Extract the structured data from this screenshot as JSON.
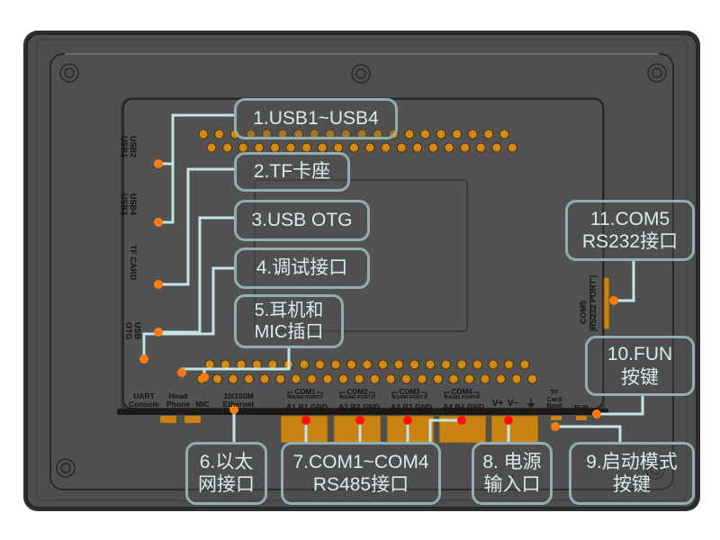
{
  "colors": {
    "background": "#ffffff",
    "housing": "#4d4d4d",
    "housing_edge": "#2a2a2a",
    "pin": "#d48a12",
    "marker_orange": "#ff7a10",
    "marker_red": "#ff1010",
    "leader": "#c4e4e6",
    "callout_border": "#93aeb0",
    "callout_text": "#d8ecee",
    "silkscreen": "#111111"
  },
  "callouts": [
    {
      "id": 1,
      "lines": [
        "1.USB1~USB4"
      ]
    },
    {
      "id": 2,
      "lines": [
        "2.TF卡座"
      ]
    },
    {
      "id": 3,
      "lines": [
        "3.USB OTG"
      ]
    },
    {
      "id": 4,
      "lines": [
        "4.调试接口"
      ]
    },
    {
      "id": 5,
      "lines": [
        "5.耳机和",
        "MIC插口"
      ]
    },
    {
      "id": 6,
      "lines": [
        "6.以太",
        "网接口"
      ]
    },
    {
      "id": 7,
      "lines": [
        "7.COM1~COM4",
        "RS485接口"
      ]
    },
    {
      "id": 8,
      "lines": [
        "8. 电源",
        "输入口"
      ]
    },
    {
      "id": 9,
      "lines": [
        "9.启动模式",
        "按键"
      ]
    },
    {
      "id": 10,
      "lines": [
        "10.FUN",
        "按键"
      ]
    },
    {
      "id": 11,
      "lines": [
        "11.COM5",
        "RS232接口"
      ]
    }
  ],
  "silkscreen": {
    "left_side": [
      "USB2",
      "USB1",
      "USB4",
      "USB3",
      "TF CARD",
      "USB",
      "OTG"
    ],
    "bottom": {
      "uart": [
        "UART",
        "Console"
      ],
      "headphone": [
        "Head",
        "Phone"
      ],
      "mic": "MIC",
      "ethernet": [
        "10/100M",
        "Ethernet"
      ],
      "com_ports": [
        {
          "name": "COM1",
          "sub": "RS485 PORT1",
          "pins": [
            "A1",
            "B1",
            "GND"
          ]
        },
        {
          "name": "COM2",
          "sub": "RS485 PORT2",
          "pins": [
            "A2",
            "B2",
            "GND"
          ]
        },
        {
          "name": "COM3",
          "sub": "RS485 PORT3",
          "pins": [
            "A3",
            "B3",
            "GND"
          ]
        },
        {
          "name": "COM4",
          "sub": "RS485 PORT4",
          "pins": [
            "A4",
            "B4",
            "GND"
          ]
        }
      ],
      "power": [
        "V+",
        "V−"
      ],
      "ground_symbol": "⏚",
      "tf_card_boot": [
        "TF",
        "Card",
        "Boot"
      ],
      "fun": "FUN"
    },
    "right_side": [
      "COM5",
      "RS232 PORT"
    ]
  }
}
